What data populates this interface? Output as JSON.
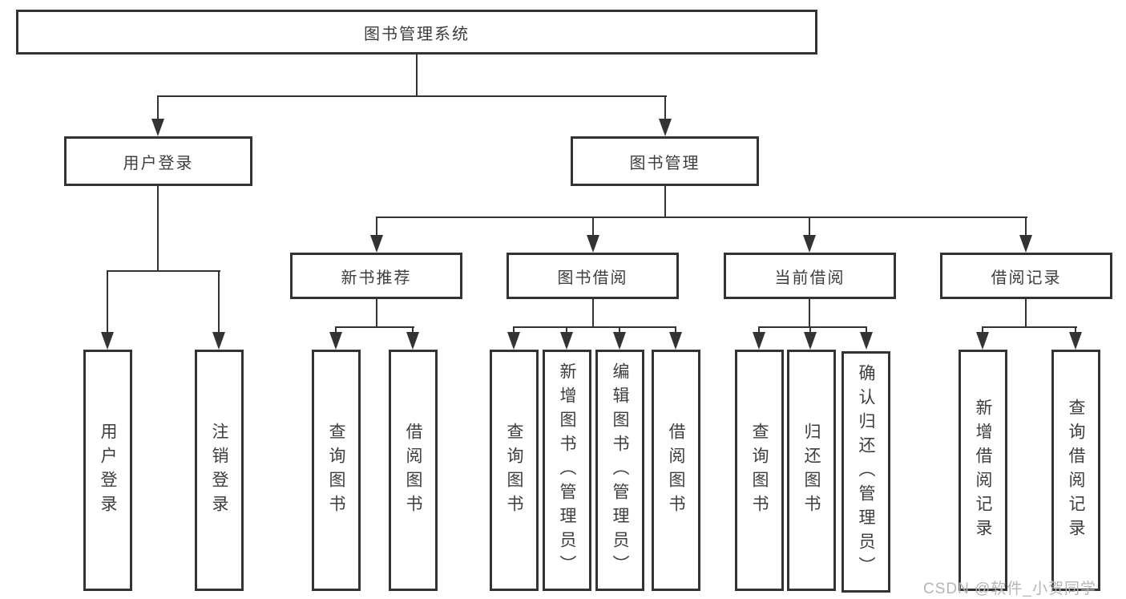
{
  "diagram": {
    "root": {
      "label": "图书管理系统"
    },
    "level2": {
      "user_login": {
        "label": "用户登录"
      },
      "book_management": {
        "label": "图书管理"
      }
    },
    "level3": {
      "new_book_recommend": {
        "label": "新书推荐"
      },
      "book_borrowing": {
        "label": "图书借阅"
      },
      "current_borrowing": {
        "label": "当前借阅"
      },
      "borrowing_records": {
        "label": "借阅记录"
      }
    },
    "leaves": {
      "user_login": {
        "label": "用户登录"
      },
      "logout": {
        "label": "注销登录"
      },
      "query_books_recommend": {
        "label": "查询图书"
      },
      "borrow_books_recommend": {
        "label": "借阅图书"
      },
      "query_books_borrowing": {
        "label": "查询图书"
      },
      "add_books_admin": {
        "label": "新增图书（管理员）"
      },
      "edit_books_admin": {
        "label": "编辑图书（管理员）"
      },
      "borrow_books_borrowing": {
        "label": "借阅图书"
      },
      "query_books_current": {
        "label": "查询图书"
      },
      "return_books": {
        "label": "归还图书"
      },
      "confirm_return_admin": {
        "label": "确认归还（管理员）"
      },
      "add_borrow_record": {
        "label": "新增借阅记录"
      },
      "query_borrow_record": {
        "label": "查询借阅记录"
      }
    }
  },
  "watermark": {
    "text": "CSDN @软件_小贺同学"
  },
  "colors": {
    "line": "#333333",
    "text": "#3d3d3d",
    "watermark": "#b5b5b5",
    "background": "#ffffff"
  }
}
